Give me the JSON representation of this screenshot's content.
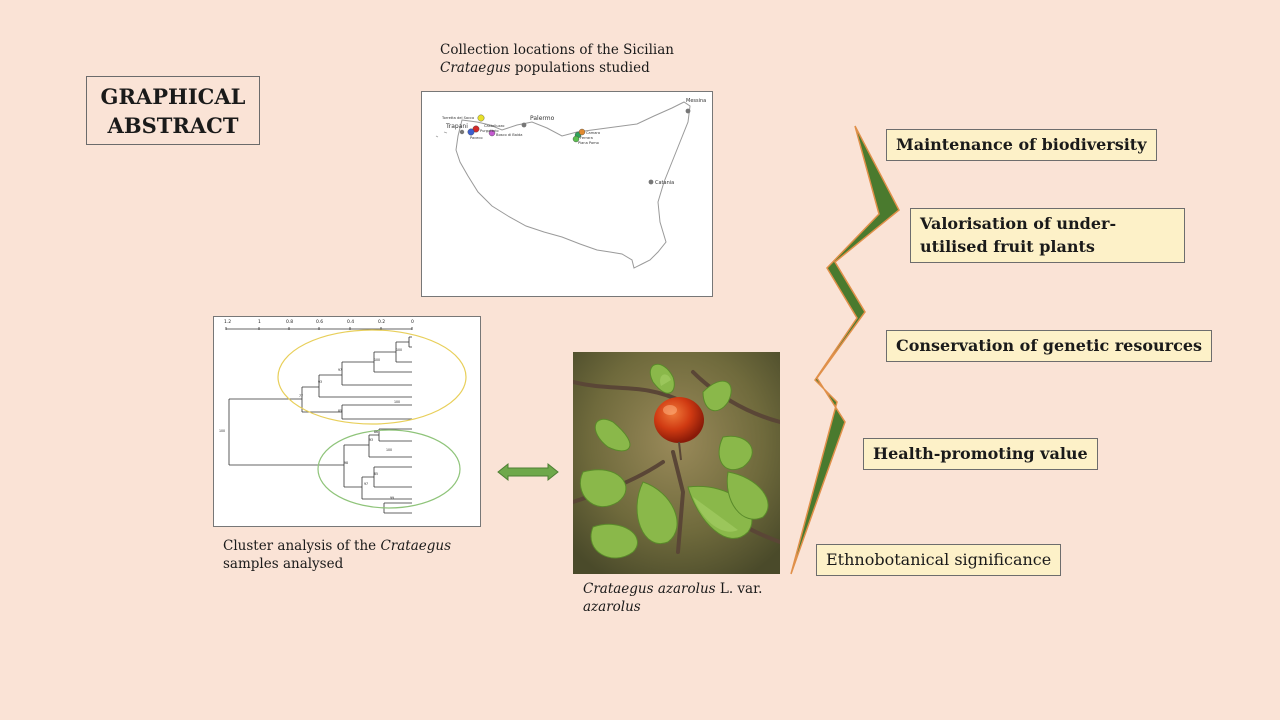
{
  "title_box": {
    "text": "GRAPHICAL\nABSTRACT"
  },
  "map": {
    "caption_line1": "Collection locations of the Sicilian",
    "caption_genus": "Crataegus",
    "caption_line2_rest": " populations studied",
    "places": {
      "messina": "Messina",
      "palermo": "Palermo",
      "trapani": "Trapani",
      "torretta": "Torretta del Sacco",
      "castelluzzo": "Castelluzzo",
      "purgatorio": "Purgatorio",
      "paceco": "Paceco",
      "bosco": "Bosco di Baida",
      "camara": "Camara",
      "ferrara": "Ferrara",
      "piana": "Piana Pomo",
      "catania": "Catania"
    },
    "marker_colors": [
      "#e8e02a",
      "#d32a2a",
      "#3c5fd0",
      "#c45ad0",
      "#2fa35a",
      "#e08a30",
      "#5bbf4f"
    ]
  },
  "dendrogram": {
    "axis_ticks": [
      "1.2",
      "1",
      "0.8",
      "0.6",
      "0.4",
      "0.2",
      "0"
    ],
    "node_labels": [
      "100",
      "77",
      "93",
      "97",
      "100",
      "100",
      "85",
      "100",
      "93",
      "86",
      "98",
      "100",
      "85",
      "97",
      "99"
    ],
    "cluster_colors": {
      "upper": "#e8cf5a",
      "lower": "#8fc47a"
    }
  },
  "cluster_caption": {
    "line1": "Cluster analysis of the ",
    "genus": "Crataegus",
    "line2": "samples analysed"
  },
  "arrow_color": "#6ea84a",
  "photo_caption": {
    "italic1": "Crataegus azarolus",
    "plain": " L. var.",
    "italic2": "azarolus"
  },
  "bolt_color": "#4a7a2e",
  "benefits": [
    "Maintenance of biodiversity",
    "Valorisation of under-utilised fruit plants",
    "Conservation of genetic resources",
    "Health-promoting value",
    "Ethnobotanical significance"
  ]
}
